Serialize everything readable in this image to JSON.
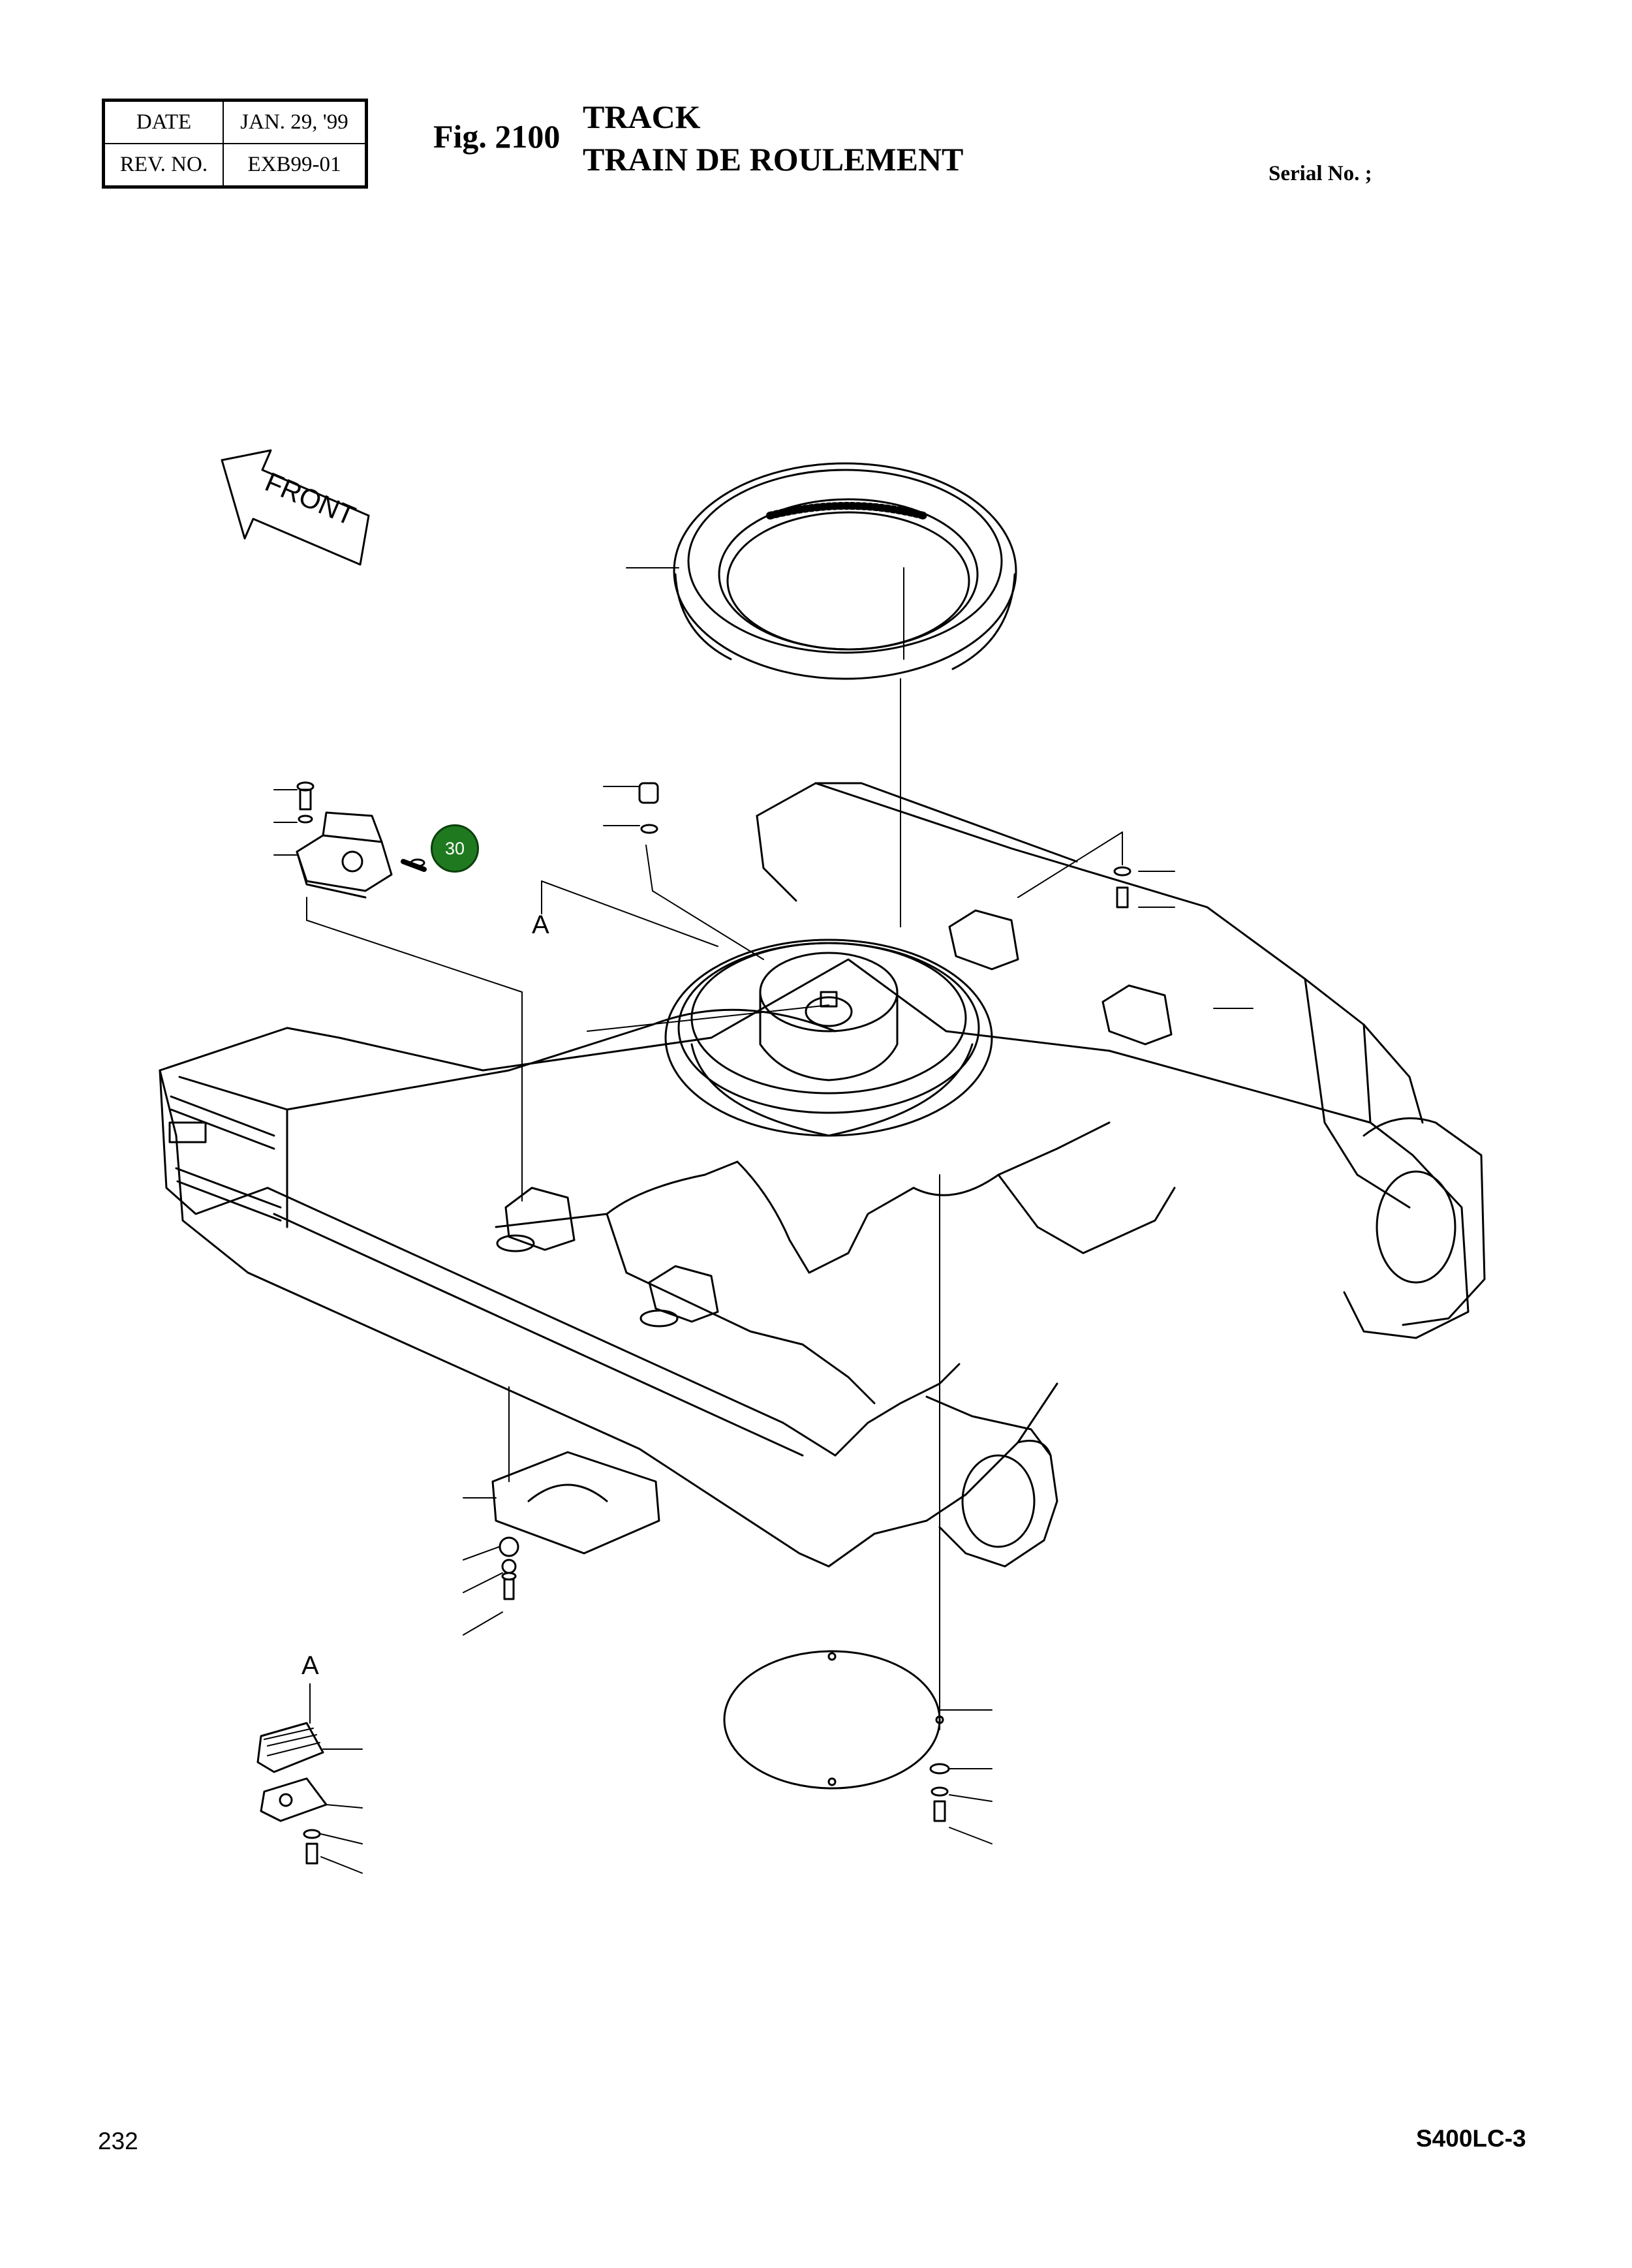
{
  "header": {
    "date_label": "DATE",
    "date_value": "JAN. 29, '99",
    "rev_label": "REV. NO.",
    "rev_value": "EXB99-01",
    "figure": "Fig. 2100",
    "title_en": "TRACK",
    "title_fr": "TRAIN DE ROULEMENT",
    "serial": "Serial No. ;"
  },
  "drawing": {
    "front_label": "FRONT",
    "view_label_top": "A",
    "view_label_bottom": "A",
    "callout": "30",
    "callout_color": "#1f7a1f"
  },
  "footer": {
    "page_number": "232",
    "model": "S400LC-3"
  }
}
